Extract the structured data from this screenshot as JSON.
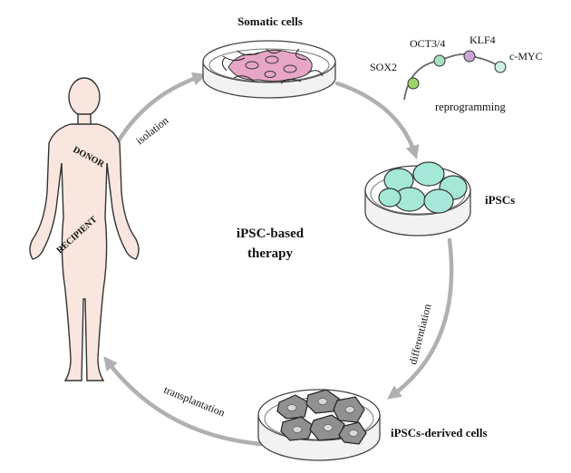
{
  "center_title": [
    "iPSC-based",
    "therapy"
  ],
  "labels": {
    "somatic": "Somatic cells",
    "ipscs": "iPSCs",
    "derived": "iPSCs-derived cells",
    "isolation": "isolation",
    "reprogramming": "reprogramming",
    "differentiation": "differentiation",
    "transplantation": "transplantation",
    "donor": "DONOR",
    "recipient": "RECIPIENT"
  },
  "factors": [
    {
      "name": "SOX2",
      "color": "#9bd36a"
    },
    {
      "name": "OCT3/4",
      "color": "#a8e0c0"
    },
    {
      "name": "KLF4",
      "color": "#c9a6dc"
    },
    {
      "name": "c-MYC",
      "color": "#cfeee6"
    }
  ],
  "colors": {
    "arrow": "#b0b0b0",
    "skin": "#f9e6df",
    "somatic_cells": "#e8a6c6",
    "ipsc": "#a6e8d8",
    "derived": "#909090"
  }
}
